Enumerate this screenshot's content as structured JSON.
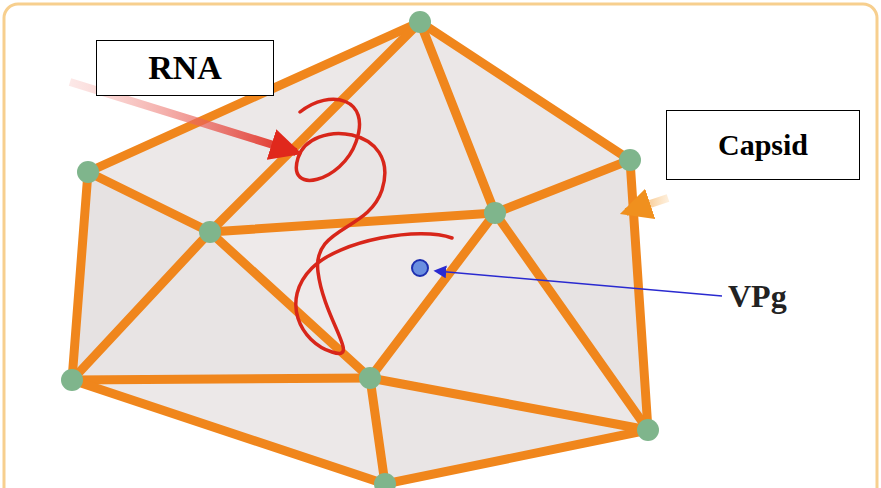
{
  "diagram": {
    "nodes": [
      {
        "text": [
          "RNA"
        ]
      },
      {
        "text": [
          "Capsid"
        ]
      }
    ],
    "labels": [
      "VPg"
    ]
  }
}
